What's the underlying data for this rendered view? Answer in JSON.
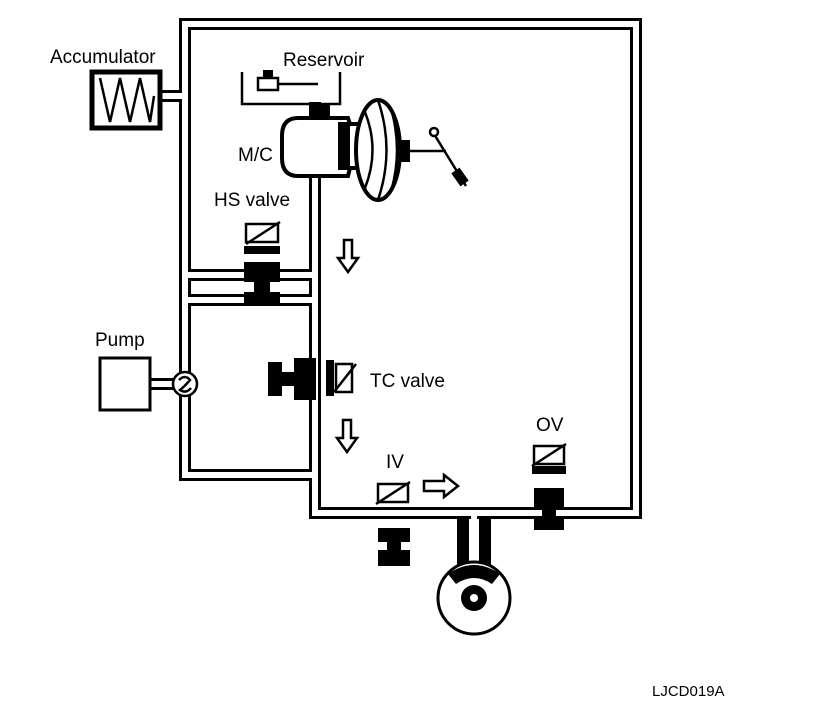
{
  "labels": {
    "accumulator": "Accumulator",
    "reservoir": "Reservoir",
    "mc": "M/C",
    "hs_valve": "HS valve",
    "pump": "Pump",
    "tc_valve": "TC valve",
    "iv": "IV",
    "ov": "OV",
    "figure_code": "LJCD019A"
  }
}
